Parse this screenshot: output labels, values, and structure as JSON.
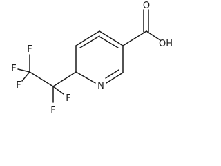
{
  "structure": {
    "atoms": {
      "ring_nitrogen": "N",
      "carboxyl_hydroxyl": "OH",
      "carbonyl_oxygen": "O",
      "fluorines": [
        "F",
        "F",
        "F",
        "F",
        "F"
      ]
    }
  }
}
